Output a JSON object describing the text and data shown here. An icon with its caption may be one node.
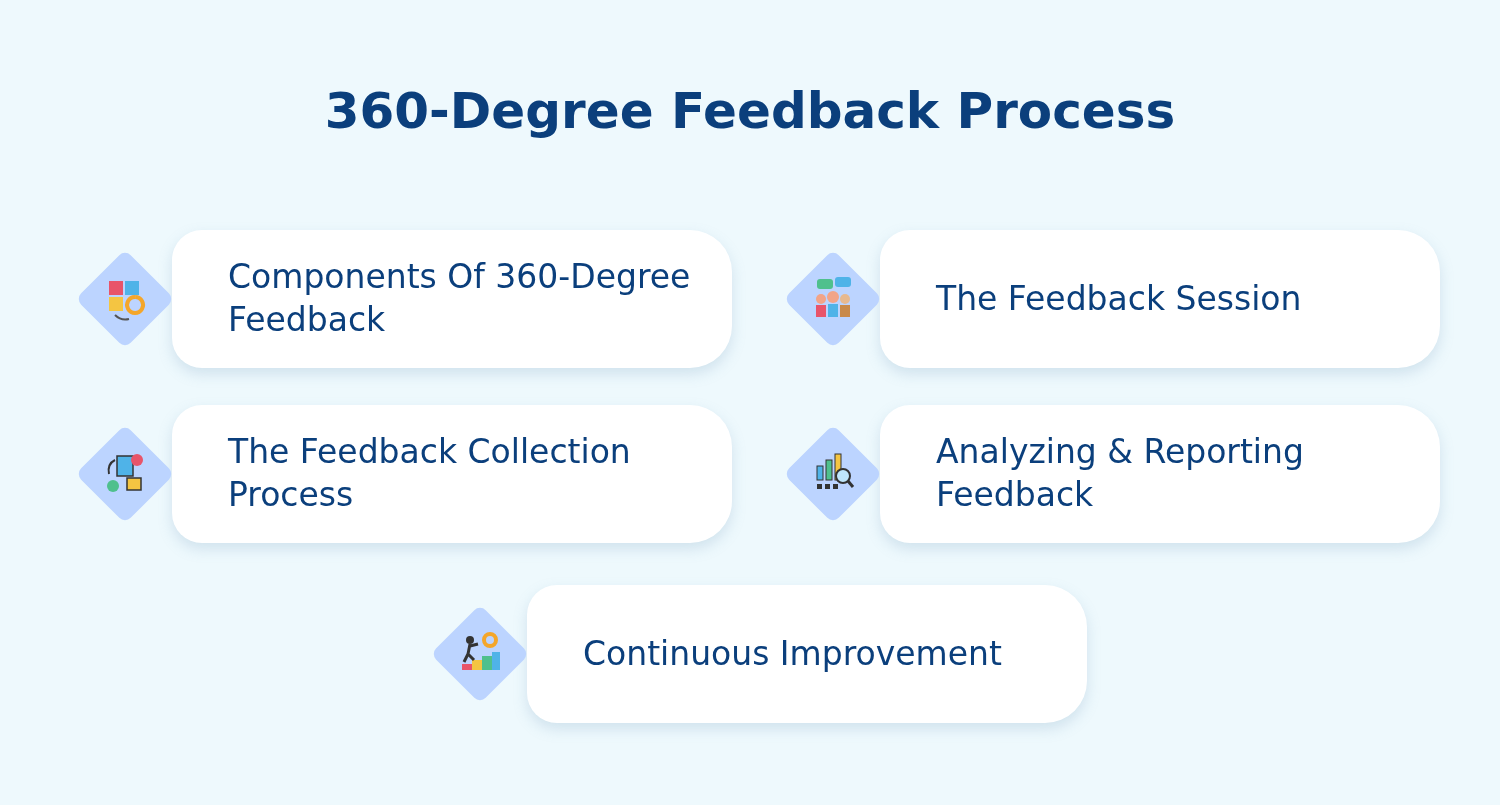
{
  "diagram": {
    "title": "360-Degree Feedback Process",
    "nodes": [
      {
        "text": [
          "Components Of 360-Degree Feedback"
        ]
      },
      {
        "text": [
          "The Feedback Session"
        ]
      },
      {
        "text": [
          "The Feedback Collection Process"
        ]
      },
      {
        "text": [
          "Analyzing & Reporting Feedback"
        ]
      },
      {
        "text": [
          "Continuous Improvement"
        ]
      }
    ]
  }
}
